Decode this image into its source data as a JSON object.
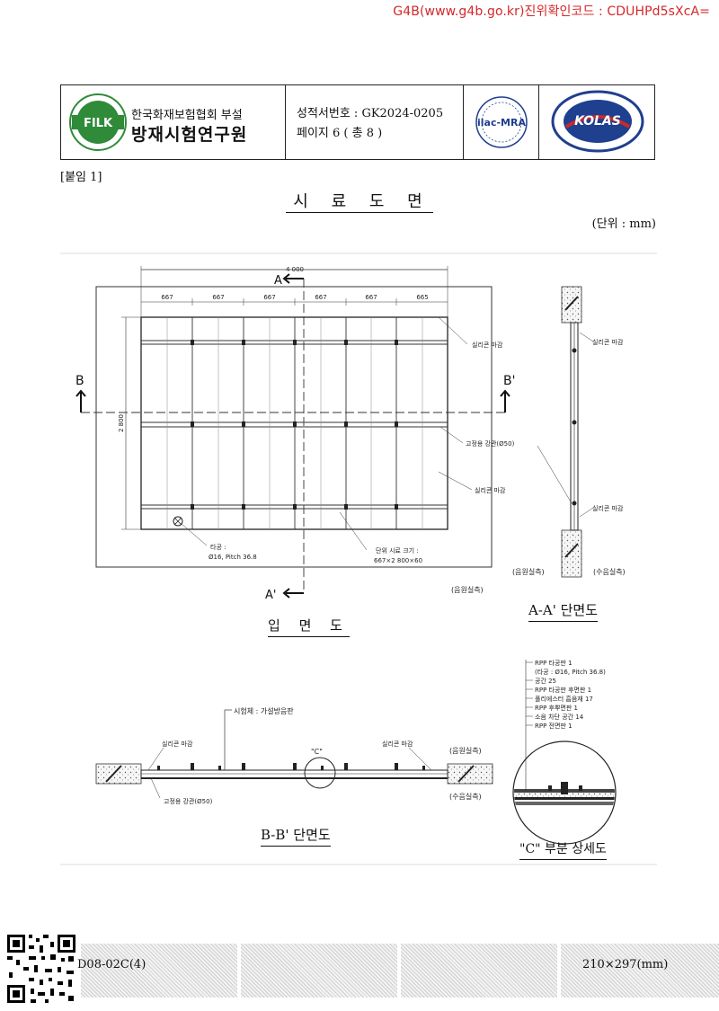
{
  "verification_code": "G4B(www.g4b.go.kr)진위확인코드 : CDUHPd5sXcA=",
  "header": {
    "logo_text": "FILK",
    "org_sub": "한국화재보험협회 부설",
    "org_main": "방재시험연구원",
    "report_no": "성적서번호 : GK2024-0205",
    "page_info": "페이지  6  ( 총 8 )",
    "ilac_text": "ilac-MRA",
    "kolas_text": "KOLAS"
  },
  "attachment": "[붙임 1]",
  "title": "시 료 도 면",
  "unit": "(단위 : mm)",
  "elevation": {
    "total_width": "4 000",
    "height_dim": "2 800",
    "col_dims": [
      "667",
      "667",
      "667",
      "667",
      "667",
      "665"
    ],
    "section_a": "A",
    "section_a2": "A'",
    "section_b": "B",
    "section_b2": "B'",
    "label_silicone_top": "실리콘 마감",
    "label_fix_plate": "고정용 강관(Ø50)",
    "label_silicone_bottom": "실리콘 마감",
    "label_hole_1": "타공 :",
    "label_hole_2": "Ø16, Pitch 36.8",
    "label_unit_1": "단위 시료 크기 :",
    "label_unit_2": "667×2 800×60",
    "label_source": "(음원실측)",
    "caption": "입 면 도"
  },
  "section_aa": {
    "label_silicone_top": "실리콘 마감",
    "label_silicone_bottom": "실리콘 마감",
    "label_source": "(음원실측)",
    "label_receive": "(수음실측)",
    "caption": "A-A' 단면도"
  },
  "section_bb": {
    "label_specimen": "시험체 : 가설방음판",
    "label_silicone_left": "실리콘 마감",
    "label_silicone_right": "실리콘 마감",
    "label_c": "\"C\"",
    "label_source": "(음원실측)",
    "label_receive": "(수음실측)",
    "label_fix": "고정용 강관(Ø50)",
    "caption": "B-B' 단면도"
  },
  "detail_c": {
    "layers": [
      "RPP 타공판 1",
      "(타공 : Ø16, Pitch 36.8)",
      "공간 25",
      "RPP 타공판 후면판 1",
      "폴리에스터 흡음재 17",
      "RPP 후뿌면판 1",
      "소음 차단 공간 14",
      "RPP 전면판 1"
    ],
    "caption": "\"C\" 부분 상세도"
  },
  "footer": {
    "form_code": "D08-02C(4)",
    "paper_size": "210×297(mm)"
  },
  "colors": {
    "verification": "#d4282a",
    "logo_green": "#2f8a3a",
    "kolas_blue": "#1f3f8f",
    "kolas_red": "#c82a2a"
  }
}
